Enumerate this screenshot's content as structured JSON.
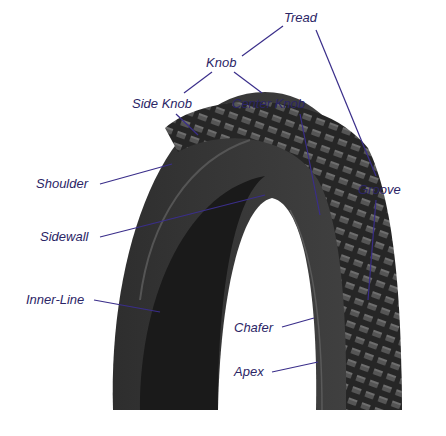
{
  "diagram": {
    "labels": [
      "Tread",
      "Knob",
      "Side Knob",
      "Center Knob",
      "Groove",
      "Shoulder",
      "Sidewall",
      "Inner-Line",
      "Chafer",
      "Apex"
    ]
  }
}
